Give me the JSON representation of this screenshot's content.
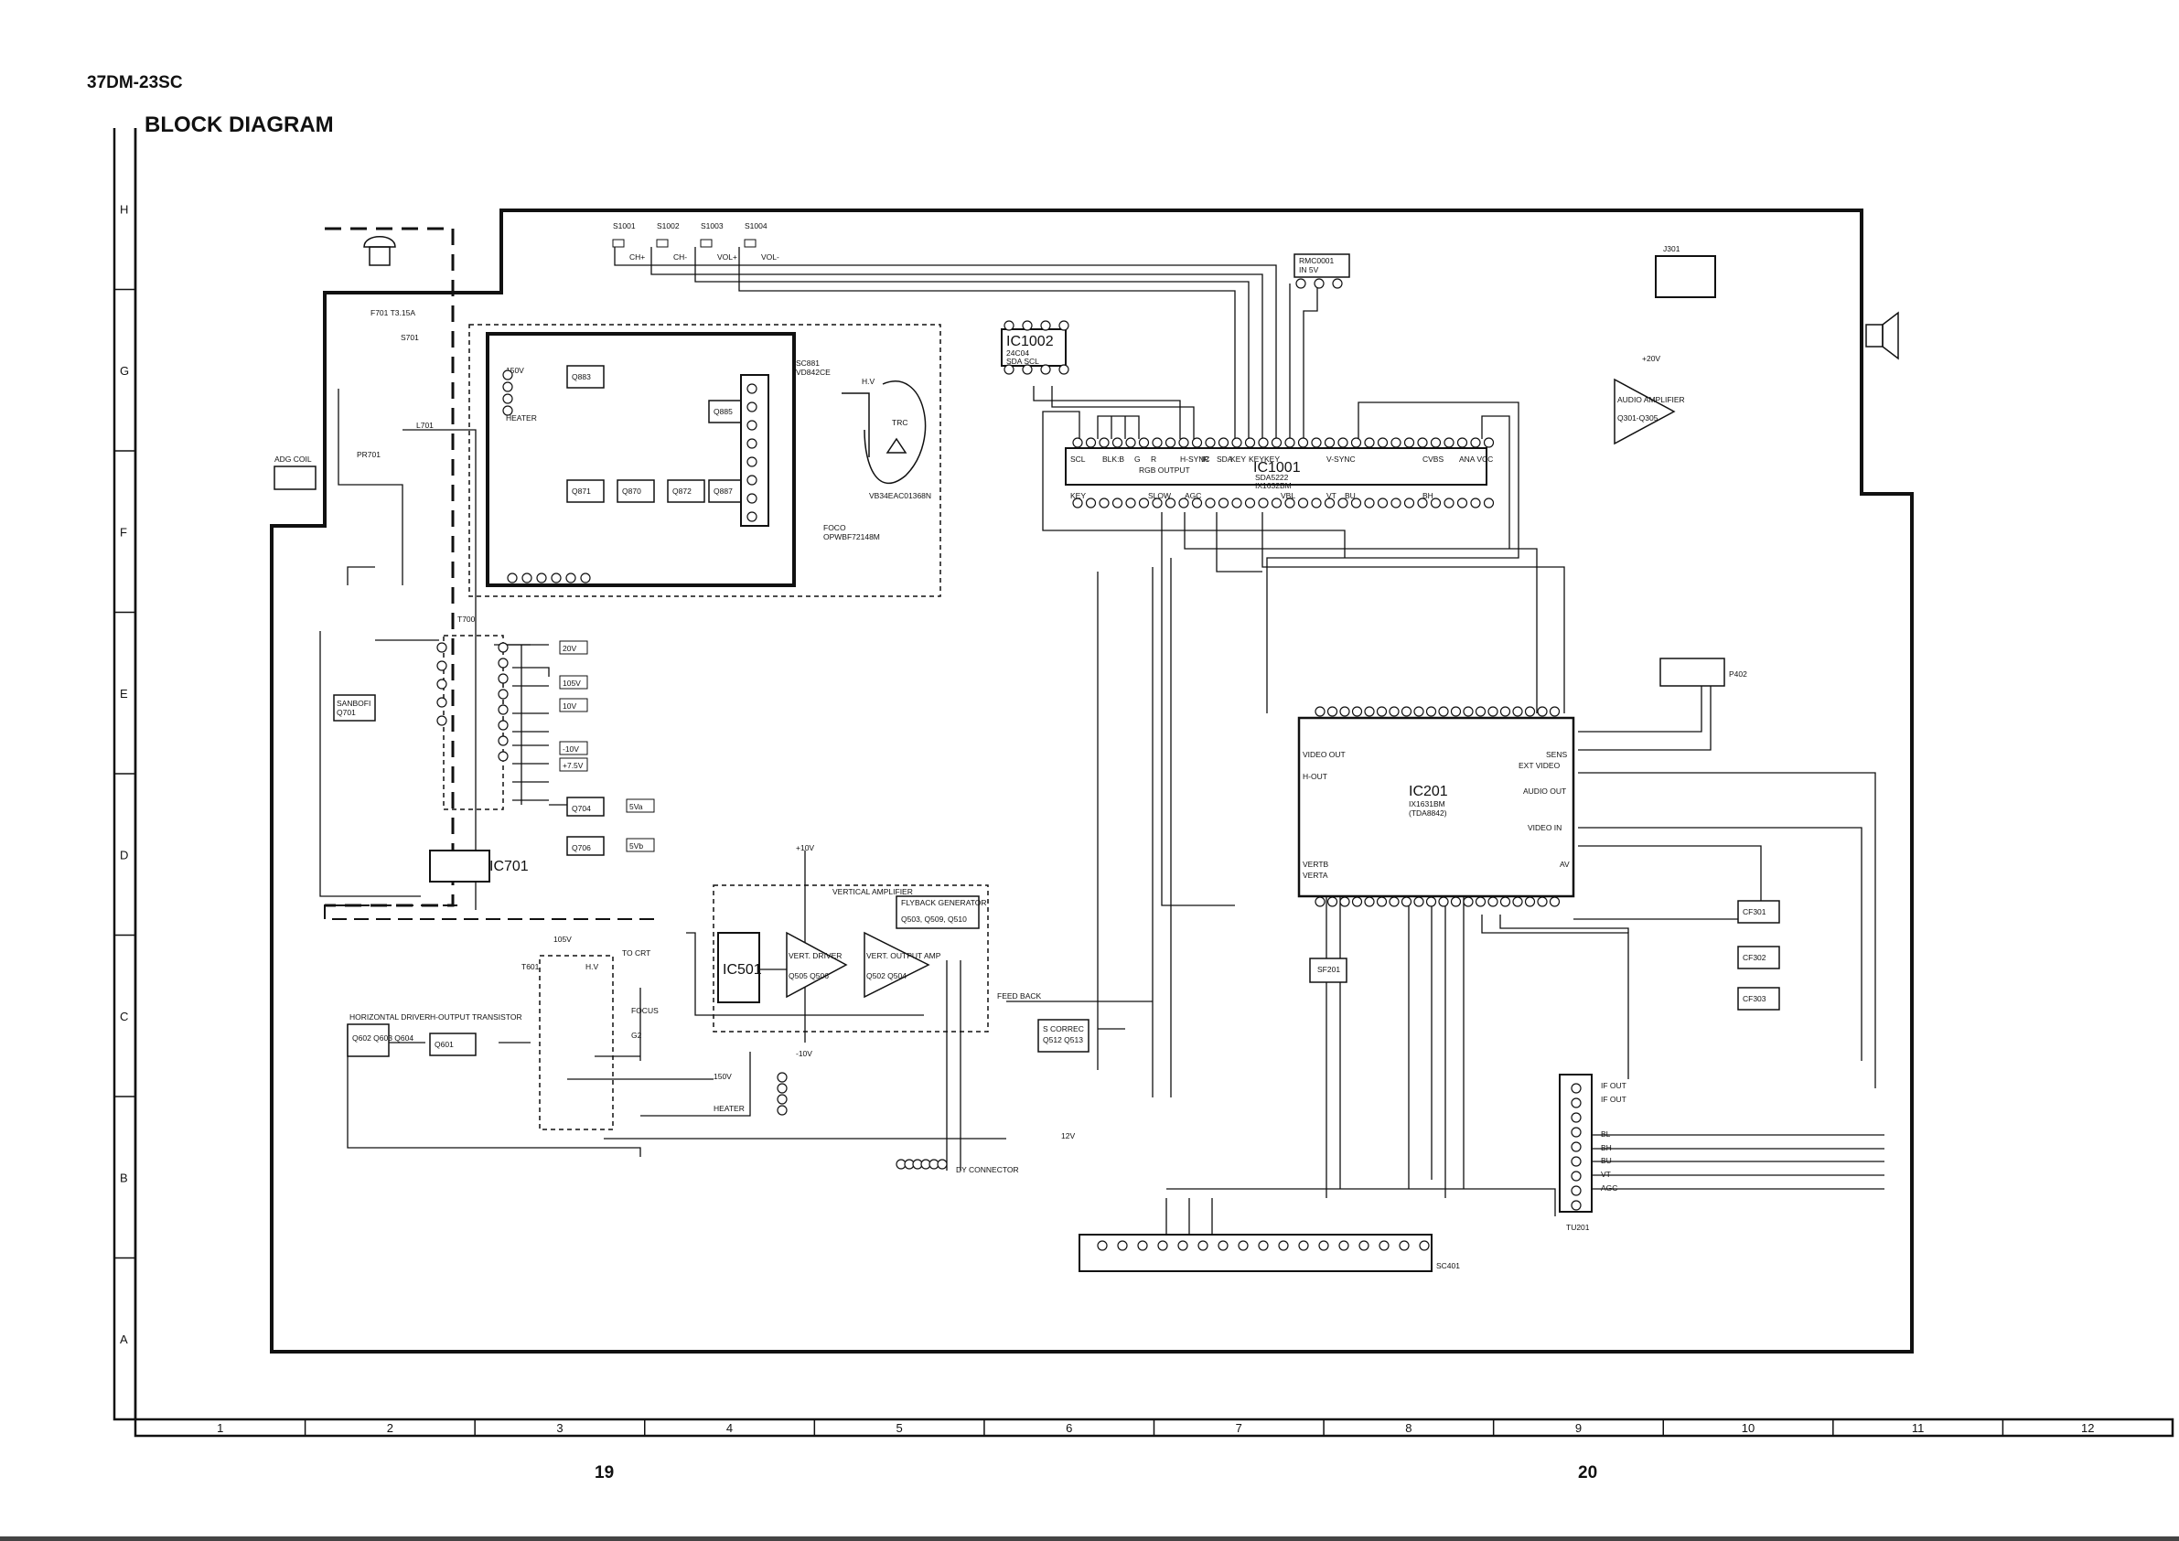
{
  "doc_id": "37DM-23SC",
  "title": "BLOCK DIAGRAM",
  "page_left": "19",
  "page_right": "20",
  "frame": {
    "rows": [
      "H",
      "G",
      "F",
      "E",
      "D",
      "C",
      "B",
      "A"
    ],
    "cols": [
      "1",
      "2",
      "3",
      "4",
      "5",
      "6",
      "7",
      "8",
      "9",
      "10",
      "11",
      "12"
    ]
  },
  "blocks": {
    "ic1001": {
      "name": "IC1001",
      "sub1": "SDA5222",
      "sub2": "IX1632BM"
    },
    "ic1002": {
      "name": "IC1002",
      "sub1": "24C04",
      "sub2": "SDA SCL"
    },
    "ic201": {
      "name": "IC201",
      "sub1": "IX1631BM",
      "sub2": "(TDA8842)"
    },
    "ic501": {
      "name": "IC501"
    },
    "ic701": {
      "name": "IC701"
    },
    "rmc": {
      "name": "RMC0001",
      "pins": "IN  5V"
    },
    "j301": {
      "name": "J301"
    },
    "p402": {
      "name": "P402"
    },
    "tu201": {
      "name": "TU201"
    },
    "sc401": {
      "name": "SC401"
    },
    "sc881": {
      "name": "SC881",
      "sub": "VD842CE"
    },
    "crt": {
      "name": "VB34EAC01368N"
    },
    "foco": {
      "name": "FOCO",
      "sub": "OPWBF72148M"
    },
    "audio_amp": {
      "name": "AUDIO AMPLIFIER",
      "sub": "Q301-Q305"
    },
    "flyback_gen": {
      "name": "FLYBACK GENERATOR",
      "sub": "Q503, Q509, Q510"
    },
    "vert_amp": {
      "name": "VERTICAL AMPLIFIER"
    },
    "vert_driver": {
      "name": "VERT. DRIVER",
      "sub": "Q505 Q506"
    },
    "vert_output": {
      "name": "VERT. OUTPUT AMP",
      "sub": "Q502 Q504"
    },
    "horiz_driver": {
      "name": "HORIZONTAL DRIVER",
      "sub": "Q602 Q603 Q604"
    },
    "hout_transistor": {
      "name": "H-OUTPUT TRANSISTOR",
      "sub": "Q601"
    },
    "sandofi": {
      "name": "SANBOFI",
      "sub": "Q701"
    },
    "s_correc": {
      "name": "S CORREC",
      "sub": "Q512 Q513"
    },
    "t700": "T700",
    "t601": "T601",
    "cf301": "CF301",
    "cf302": "CF302",
    "cf303": "CF303",
    "sf201": "SF201",
    "q704": "Q704",
    "q706": "Q706",
    "f701": "F701 T3.15A",
    "s701": "S701",
    "l701": "L701",
    "pr701": "PR701",
    "adg_coil": "ADG COIL"
  },
  "switches": [
    {
      "ref": "S1001",
      "label": "CH+"
    },
    {
      "ref": "S1002",
      "label": "CH-"
    },
    {
      "ref": "S1003",
      "label": "VOL+"
    },
    {
      "ref": "S1004",
      "label": "VOL-"
    }
  ],
  "voltages": [
    "20V",
    "105V",
    "10V",
    "-10V",
    "+7.5V",
    "5Va",
    "5Vb",
    "+10V",
    "-10V",
    "105V",
    "12V",
    "+20V",
    "150V"
  ],
  "labels": {
    "hv": "H.V",
    "to_crt": "TO CRT",
    "focus": "FOCUS",
    "g2": "G2",
    "heater": "HEATER",
    "feed_back": "FEED BACK",
    "dy_connector": "DY CONNECTOR",
    "trc": "TRC",
    "rgb_output": "RGB OUTPUT",
    "video_out": "VIDEO OUT",
    "h_out": "H-OUT",
    "verta": "VERTA",
    "vertb": "VERTB",
    "ext_video": "EXT VIDEO",
    "audio_out": "AUDIO OUT",
    "video_in": "VIDEO IN",
    "sens": "SENS",
    "av": "AV",
    "if_out1": "IF OUT",
    "if_out2": "IF OUT",
    "bl": "BL",
    "bh": "BH",
    "bu": "BU",
    "vt": "VT",
    "agc": "AGC"
  },
  "ic1001_top_pins": [
    "SCL",
    "BLK",
    "B",
    "G",
    "R",
    "H-SYNC",
    "IR",
    "SDA",
    "KEY",
    "KEY",
    "KEY",
    "V-SYNC",
    "CVBS",
    "ANA VCC"
  ],
  "ic1001_bottom_pins": [
    "KEY",
    "SLOW",
    "AGC",
    "VBL",
    "VT",
    "BU",
    "BH"
  ]
}
